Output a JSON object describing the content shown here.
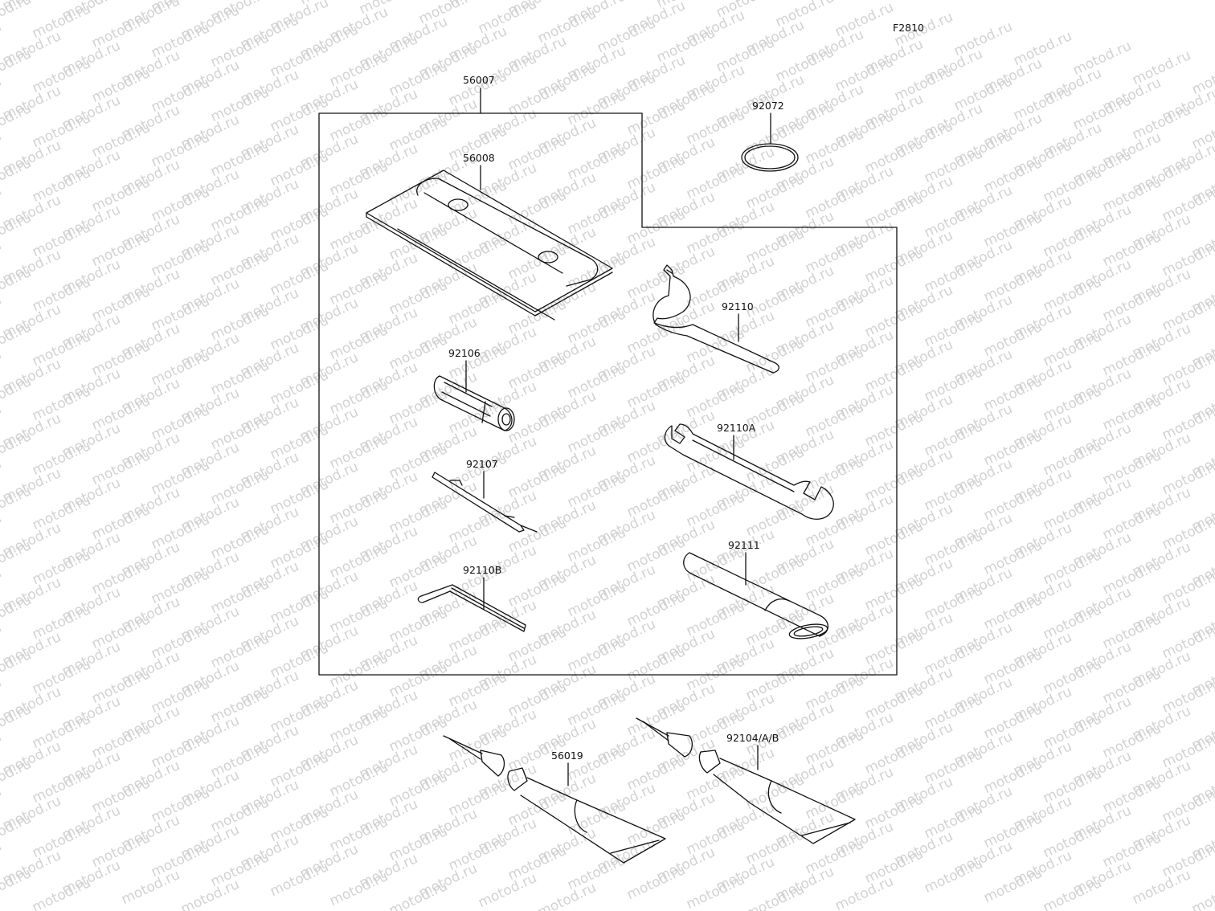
{
  "figure_code": "F2810",
  "watermark_text": "motod.ru",
  "line_color": "#111111",
  "watermark_color": "#d2d2d2",
  "parts": {
    "p56007": "56007",
    "p56008": "56008",
    "p92072": "92072",
    "p92110": "92110",
    "p92106": "92106",
    "p92110A": "92110A",
    "p92107": "92107",
    "p92111": "92111",
    "p92110B": "92110B",
    "p56019": "56019",
    "p92104": "92104/A/B"
  }
}
